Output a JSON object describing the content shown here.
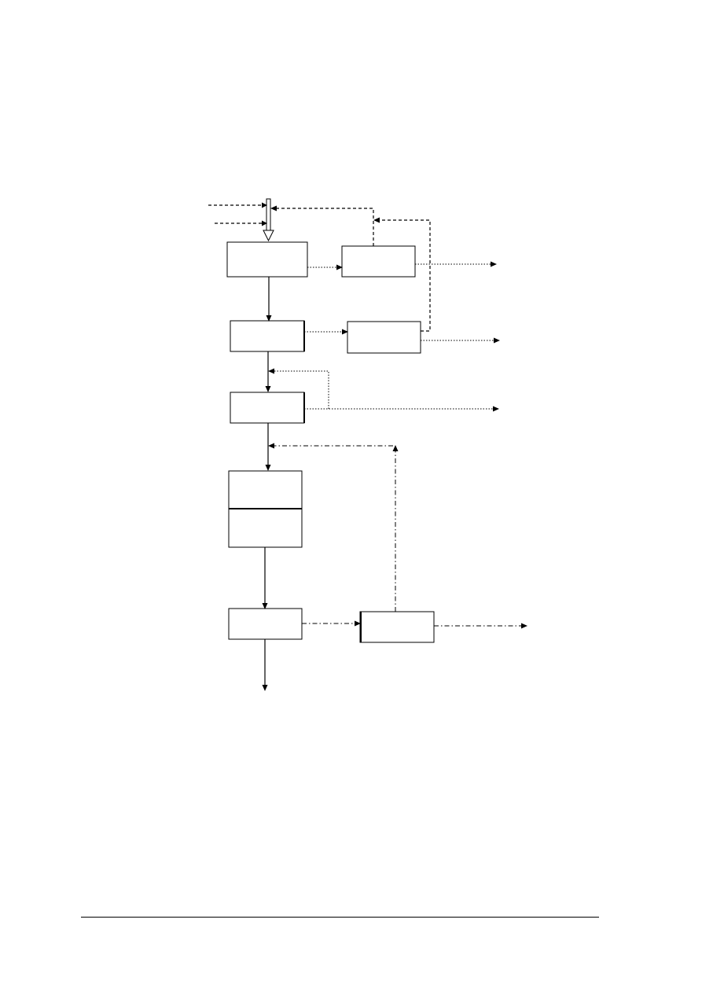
{
  "diagram": {
    "boxes": [
      {
        "id": "process-1",
        "label": ""
      },
      {
        "id": "side-unit-1",
        "label": ""
      },
      {
        "id": "process-2",
        "label": ""
      },
      {
        "id": "side-unit-2",
        "label": ""
      },
      {
        "id": "process-3",
        "label": ""
      },
      {
        "id": "process-4-upper",
        "label": ""
      },
      {
        "id": "process-4-lower",
        "label": ""
      },
      {
        "id": "process-5",
        "label": ""
      },
      {
        "id": "side-unit-3",
        "label": ""
      }
    ],
    "line_styles": {
      "main_flow": "solid",
      "recycle": "dashed",
      "side_stream": "dotted",
      "return_stream": "dash-dot"
    }
  }
}
